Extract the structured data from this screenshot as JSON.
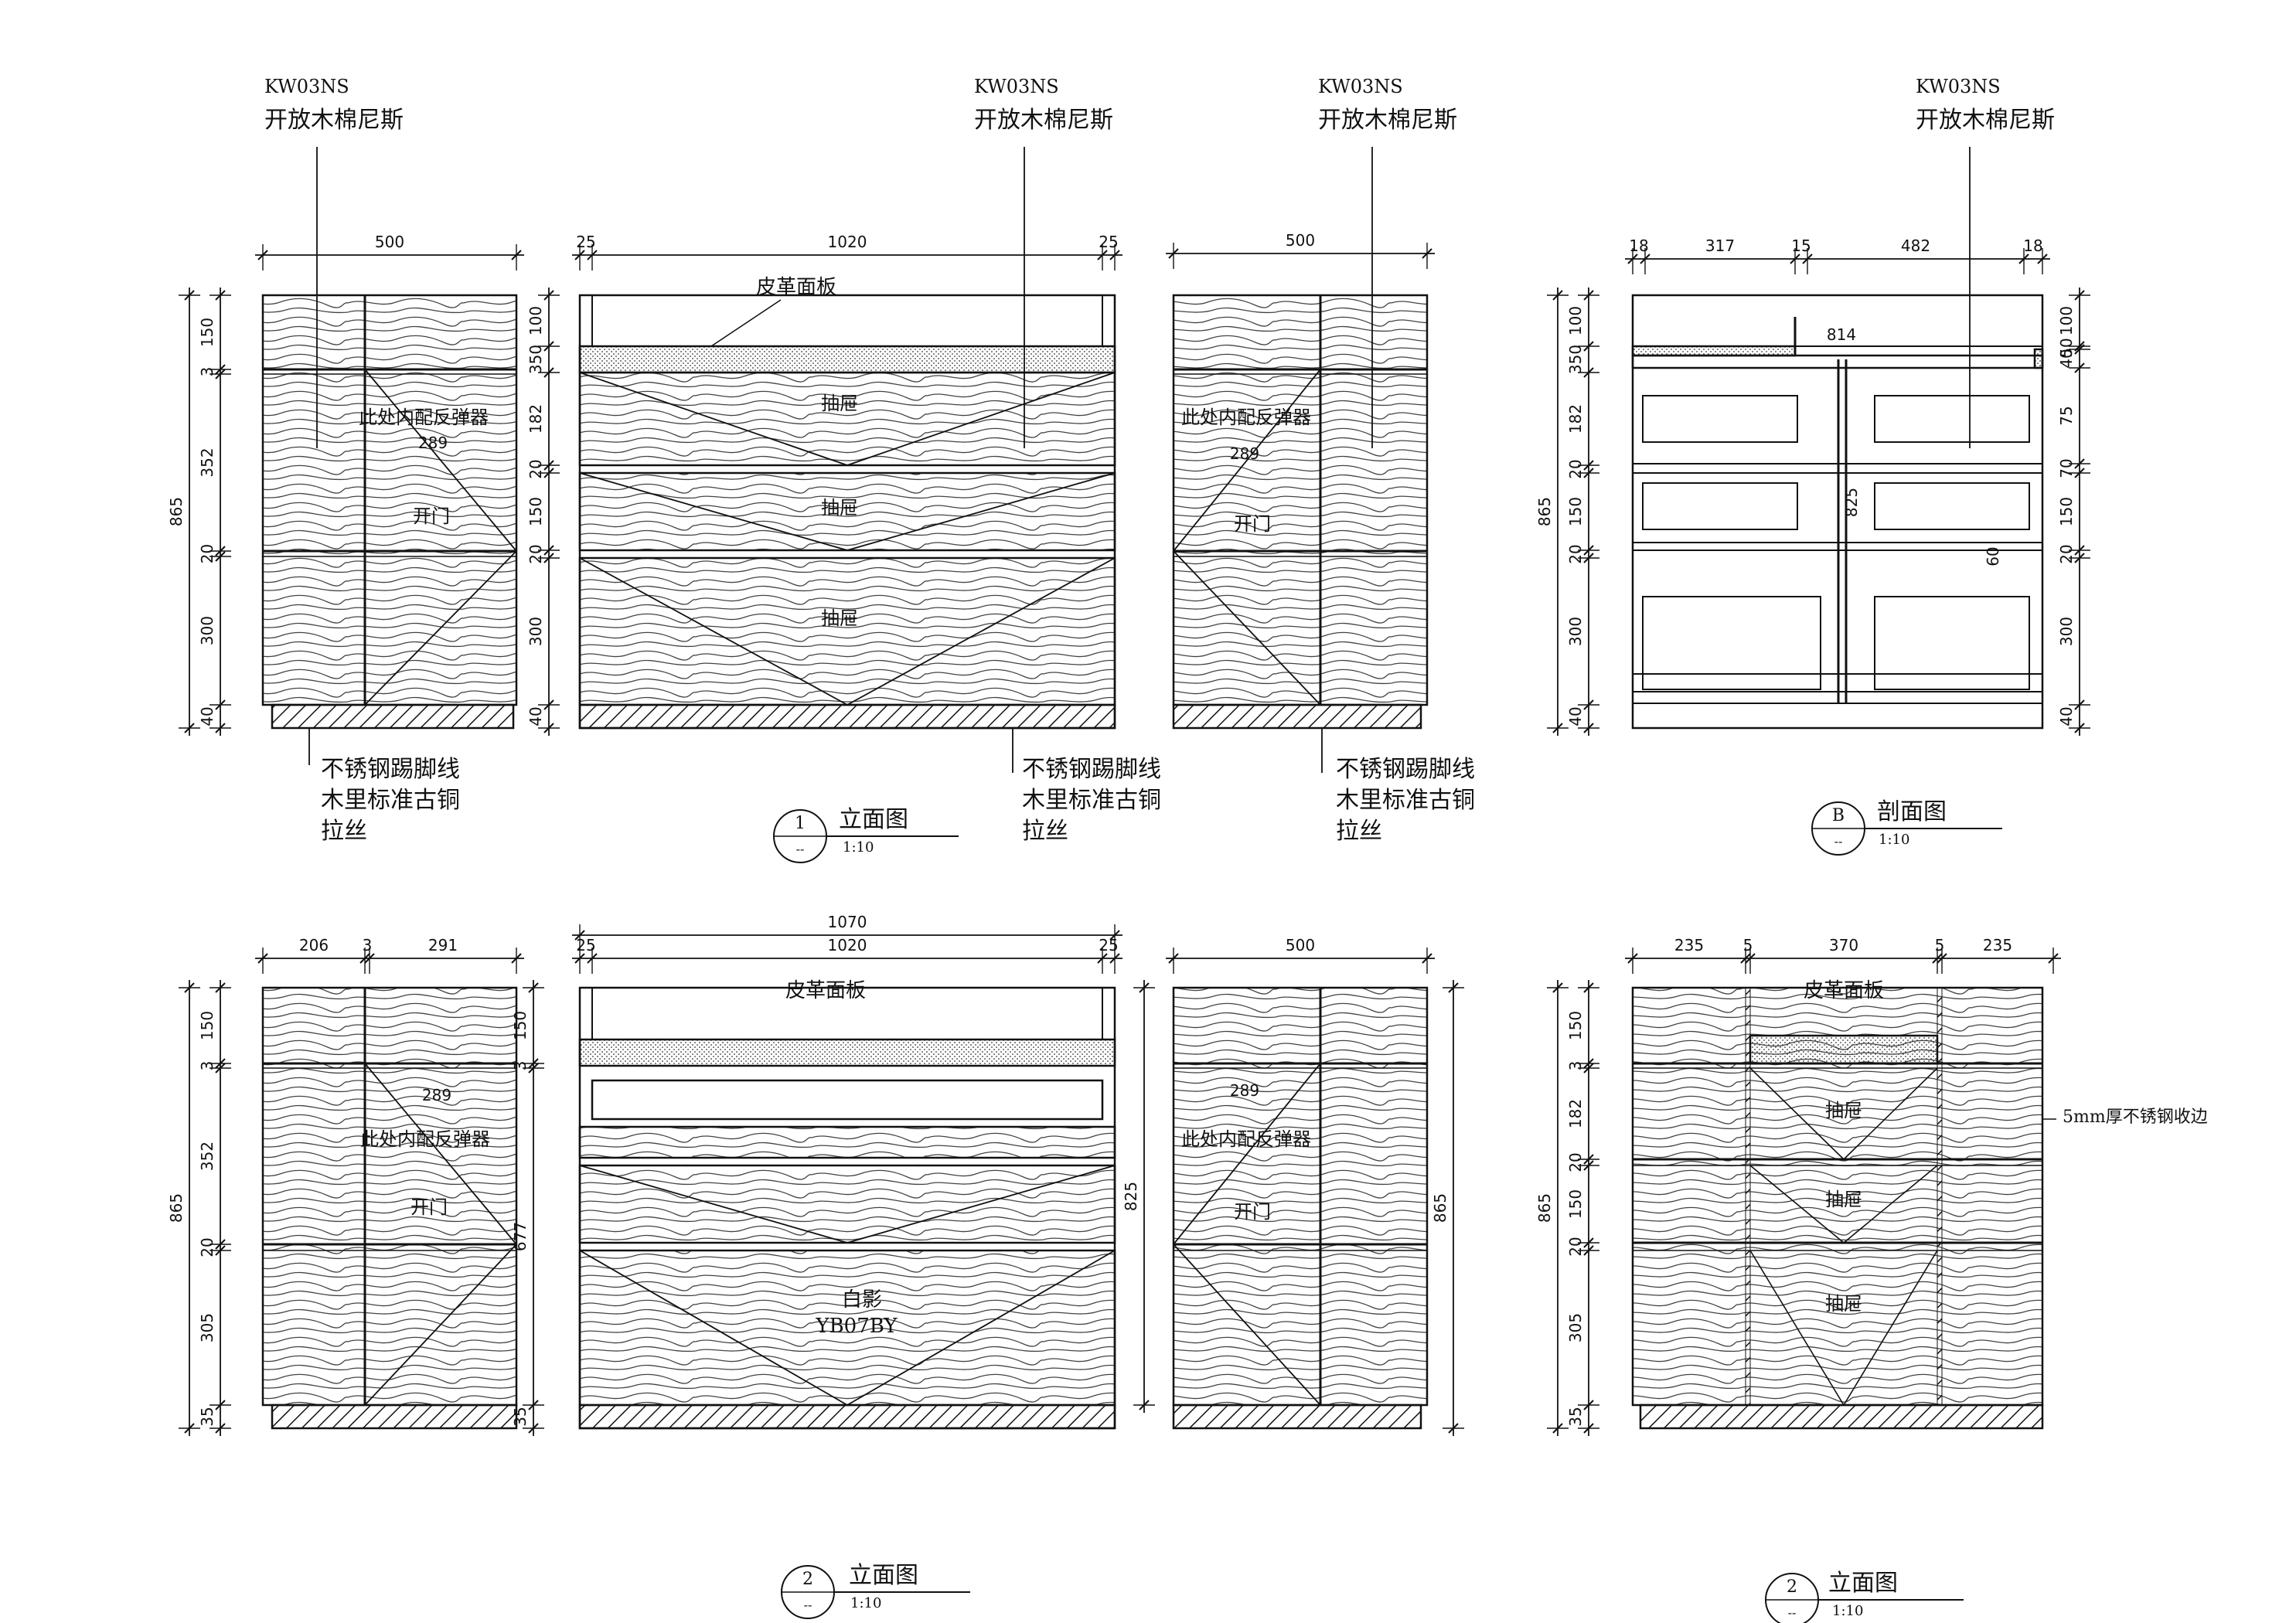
{
  "drawing": {
    "material_code": "KW03NS",
    "material_name": "开放木棉尼斯",
    "leather_panel": "皮革面板",
    "drawer": "抽屉",
    "door": "开门",
    "rebound_note": "此处内配反弹器",
    "kick_line": [
      "不锈钢踢脚线",
      "木里标准古铜",
      "拉丝"
    ],
    "white_shadow": [
      "白影",
      "YB07BY"
    ],
    "steel_edge": "5mm厚不锈钢收边"
  },
  "titles": {
    "t1": {
      "num": "1",
      "sub": "--",
      "name": "立面图",
      "scale": "1:10"
    },
    "tB": {
      "num": "B",
      "sub": "--",
      "name": "剖面图",
      "scale": "1:10"
    },
    "t2a": {
      "num": "2",
      "sub": "--",
      "name": "立面图",
      "scale": "1:10"
    },
    "t2b": {
      "num": "2",
      "sub": "--",
      "name": "立面图",
      "scale": "1:10"
    }
  },
  "dims": {
    "w500": "500",
    "w1020": "1020",
    "w25": "25",
    "w1070": "1070",
    "w18": "18",
    "w317": "317",
    "w15": "15",
    "w482": "482",
    "w814": "814",
    "w206": "206",
    "w3": "3",
    "w291": "291",
    "w235": "235",
    "w5": "5",
    "w370": "370",
    "h865": "865",
    "h825": "825",
    "h677": "677",
    "h289": "289",
    "h150": "150",
    "h3": "3",
    "h352": "352",
    "h20": "20",
    "h300": "300",
    "h305": "305",
    "h40": "40",
    "h35": "35",
    "h100": "100",
    "h350": "350",
    "h182": "182",
    "h75": "75",
    "h70": "70",
    "h60": "60",
    "h50": "50"
  }
}
